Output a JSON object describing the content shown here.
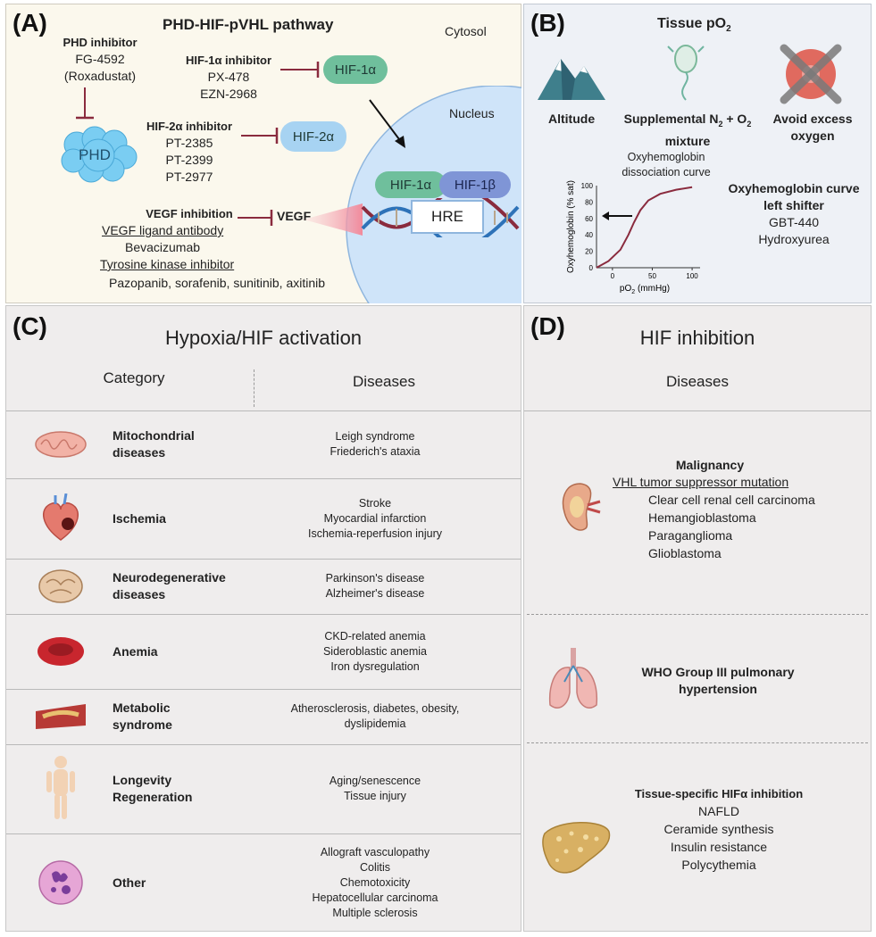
{
  "panelA": {
    "label": "(A)",
    "title": "PHD-HIF-pVHL pathway",
    "cytosol": "Cytosol",
    "nucleus": "Nucleus",
    "phd_inhibitor": {
      "title": "PHD inhibitor",
      "drugs": [
        "FG-4592",
        "(Roxadustat)"
      ]
    },
    "phd": "PHD",
    "hif1a_inhibitor": {
      "title": "HIF-1α inhibitor",
      "drugs": [
        "PX-478",
        "EZN-2968"
      ]
    },
    "hif2a_inhibitor": {
      "title": "HIF-2α inhibitor",
      "drugs": [
        "PT-2385",
        "PT-2399",
        "PT-2977"
      ]
    },
    "vegf_inhibition": {
      "title": "VEGF inhibition",
      "ligand": "VEGF ligand antibody",
      "ligand_drug": "Bevacizumab",
      "tki": "Tyrosine kinase inhibitor",
      "tki_drugs": "Pazopanib,  sorafenib, sunitinib, axitinib"
    },
    "hif1a": "HIF-1α",
    "hif2a": "HIF-2α",
    "vegf": "VEGF",
    "hif1a_nuc": "HIF-1α",
    "hif1b": "HIF-1β",
    "hre": "HRE",
    "colors": {
      "hif1a": "#6fbf9c",
      "hif2a": "#a7d3f2",
      "hif1b": "#7f95d6",
      "inhibit": "#8a2b3e",
      "phd": "#6cc4ef"
    }
  },
  "panelB": {
    "label": "(B)",
    "title": "Tissue pO",
    "title_sub": "2",
    "items": [
      {
        "label": "Altitude",
        "icon": "mountain-icon"
      },
      {
        "label_pre": "Supplemental N",
        "sub1": "2",
        "label_mid": " + O",
        "sub2": "2",
        "label_post": "mixture",
        "icon": "oxygen-mask-icon"
      },
      {
        "label": "Avoid excess",
        "label2": "oxygen",
        "icon": "no-oxygen-icon"
      }
    ],
    "shifter": {
      "title1": "Oxyhemoglobin curve",
      "title2": "left shifter",
      "drugs": [
        "GBT-440",
        "Hydroxyurea"
      ]
    }
  },
  "chart_data": {
    "type": "line",
    "title": "Oxyhemoglobin dissociation curve",
    "title_lines": [
      "Oxyhemoglobin",
      "dissociation curve"
    ],
    "xlabel": "pO2 (mmHg)",
    "xlabel_parts": {
      "pre": "pO",
      "sub": "2",
      "post": " (mmHg)"
    },
    "ylabel": "Oxyhemoglobin (% sat)",
    "xlim": [
      -20,
      110
    ],
    "ylim": [
      0,
      100
    ],
    "xticks": [
      "0",
      "50",
      "100"
    ],
    "yticks": [
      "0",
      "20",
      "40",
      "60",
      "80",
      "100"
    ],
    "series": [
      {
        "x": [
          -20,
          -5,
          10,
          20,
          27,
          35,
          45,
          60,
          80,
          100
        ],
        "y": [
          0,
          8,
          22,
          40,
          55,
          70,
          82,
          90,
          95,
          98
        ]
      }
    ]
  },
  "panelC": {
    "label": "(C)",
    "title": "Hypoxia/HIF activation",
    "col_category": "Category",
    "col_diseases": "Diseases",
    "rows": [
      {
        "category": [
          "Mitochondrial",
          "diseases"
        ],
        "diseases": [
          "Leigh syndrome",
          "Friederich's ataxia"
        ],
        "icon": "mitochondria-icon"
      },
      {
        "category": [
          "Ischemia"
        ],
        "diseases": [
          "Stroke",
          "Myocardial infarction",
          "Ischemia-reperfusion injury"
        ],
        "icon": "heart-icon"
      },
      {
        "category": [
          "Neurodegenerative",
          "diseases"
        ],
        "diseases": [
          "Parkinson's disease",
          "Alzheimer's disease"
        ],
        "icon": "brain-icon"
      },
      {
        "category": [
          "Anemia"
        ],
        "diseases": [
          "CKD-related anemia",
          "Sideroblastic anemia",
          "Iron dysregulation"
        ],
        "icon": "red-blood-cell-icon"
      },
      {
        "category": [
          "Metabolic",
          "syndrome"
        ],
        "diseases": [
          "Atherosclerosis, diabetes, obesity,",
          "dyslipidemia"
        ],
        "icon": "artery-icon"
      },
      {
        "category": [
          "Longevity",
          "Regeneration"
        ],
        "diseases": [
          "Aging/senescence",
          "Tissue injury"
        ],
        "icon": "human-body-icon"
      },
      {
        "category": [
          "Other"
        ],
        "diseases": [
          "Allograft vasculopathy",
          "Colitis",
          "Chemotoxicity",
          "Hepatocellular carcinoma",
          "Multiple sclerosis"
        ],
        "icon": "cell-icon"
      }
    ]
  },
  "panelD": {
    "label": "(D)",
    "title": "HIF inhibition",
    "col_diseases": "Diseases",
    "malignancy": {
      "title": "Malignancy",
      "subtitle": "VHL tumor suppressor mutation",
      "items": [
        "Clear cell renal cell carcinoma",
        "Hemangioblastoma",
        "Paraganglioma",
        "Glioblastoma"
      ],
      "icon": "kidney-icon"
    },
    "pulmonary": {
      "lines": [
        "WHO Group III pulmonary",
        "hypertension"
      ],
      "icon": "lungs-icon"
    },
    "tissue": {
      "title": "Tissue-specific HIFα inhibition",
      "items": [
        "NAFLD",
        "Ceramide synthesis",
        "Insulin resistance",
        "Polycythemia"
      ],
      "icon": "liver-icon"
    }
  }
}
